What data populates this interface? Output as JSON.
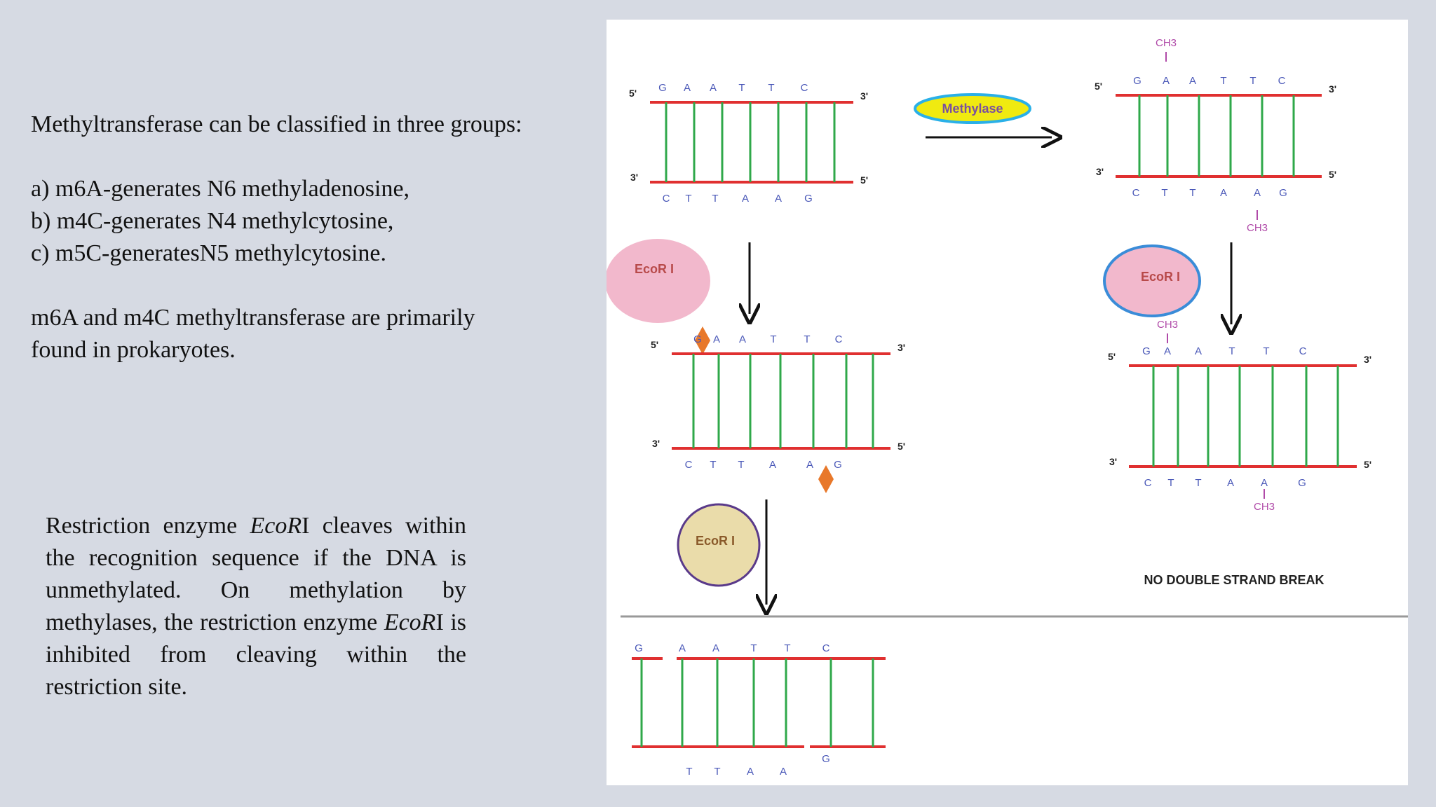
{
  "intro": {
    "heading": "Methyltransferase can be classified in three groups:",
    "groups": [
      "a) m6A-generates N6 methyladenosine,",
      "b) m4C-generates N4 methylcytosine,",
      "c) m5C-generatesN5 methylcytosine."
    ],
    "note_line1": "m6A and m4C methyltransferase are primarily",
    "note_line2": "found in prokaryotes."
  },
  "restriction": {
    "t1": "Restriction enzyme ",
    "enzyme_italic": "Eco",
    "enzyme_r": "R",
    "enzyme_roman": "I",
    "t2": " cleaves within the recognition sequence if the DNA is unmethylated. On methylation by methylases, the restriction enzyme ",
    "t3": " is inhibited from cleaving within the restriction site."
  },
  "diagram": {
    "top_strand": [
      "G",
      "A",
      "A",
      "T",
      "T",
      "C"
    ],
    "bottom_strand": [
      "C",
      "T",
      "T",
      "A",
      "A",
      "G"
    ],
    "cut_top": [
      "G",
      "A",
      "A",
      "T",
      "T",
      "C"
    ],
    "cut_bottom": [
      "T",
      "T",
      "A",
      "A",
      "G"
    ],
    "five_prime": "5'",
    "three_prime": "3'",
    "methyl_label": "CH3",
    "methylase_label": "Methylase",
    "enzyme_label": "EcoR I",
    "no_break_label": "NO DOUBLE STRAND BREAK",
    "colors": {
      "backbone": "#e03030",
      "rung": "#2fa84a",
      "base_text": "#4a58b8",
      "methyl": "#b04aa8",
      "methylase_fill": "#f0ea10",
      "methylase_border": "#2ab0e8",
      "enzyme_pink": "#f2b8cc",
      "enzyme_beige": "#eadcaa",
      "enzyme_border_blue": "#3a8cd8",
      "enzyme_border_purple": "#5a3a8a",
      "cut_marker": "#e8782a"
    }
  }
}
